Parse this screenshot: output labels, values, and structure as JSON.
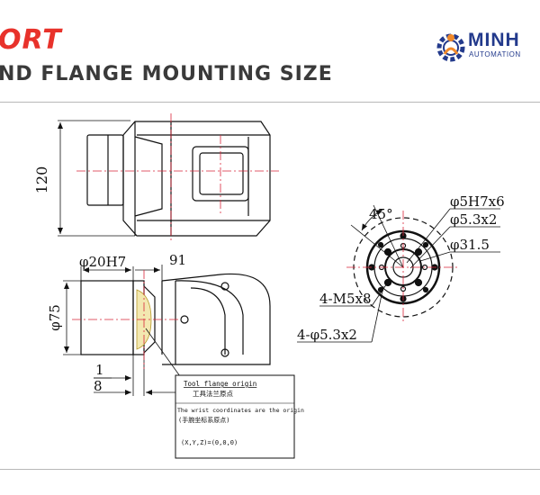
{
  "header": {
    "title_fragment": "ORT",
    "subtitle": "ND FLANGE MOUNTING SIZE"
  },
  "logo": {
    "word": "MINH",
    "sub": "AUTOMATION",
    "icon": "gear-person-icon"
  },
  "colors": {
    "accent_red": "#e8322b",
    "title_gray": "#3a3a3a",
    "brand_blue": "#233a8c",
    "brand_orange": "#f0892a"
  },
  "drawing": {
    "dim_height": "120",
    "dim_length": "91",
    "dim_bore": "φ20H7",
    "dim_diameter": "φ75",
    "dim_1": "1",
    "dim_8": "8",
    "angle": "45°",
    "callout_pin": "φ5H7x6",
    "callout_hole": "φ5.3x2",
    "callout_pcd": "φ31.5",
    "callout_thread": "4-M5x8",
    "callout_holes4": "4-φ5.3x2"
  },
  "note": {
    "line1": "Tool flange origin",
    "line2": "工具法兰原点",
    "line3": "The wrist coordinates are the origin",
    "line4": "(手腕坐标系原点)",
    "line5": "(X,Y,Z)=(0,0,0)"
  }
}
